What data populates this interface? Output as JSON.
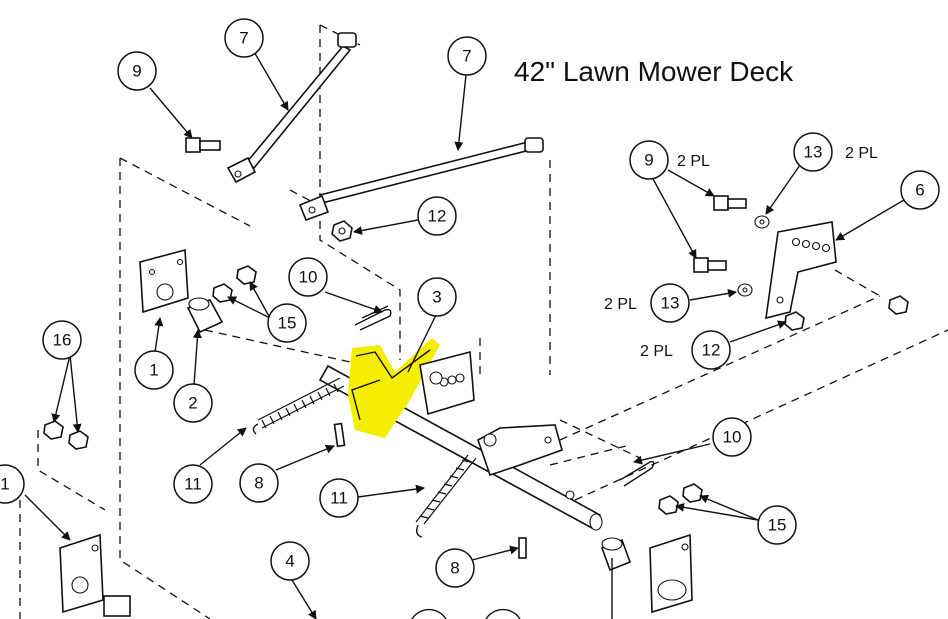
{
  "title": "42\" Lawn Mower Deck",
  "callouts": [
    {
      "num": "7"
    },
    {
      "num": "9"
    },
    {
      "num": "7"
    },
    {
      "num": "12"
    },
    {
      "num": "10"
    },
    {
      "num": "3"
    },
    {
      "num": "15"
    },
    {
      "num": "1"
    },
    {
      "num": "2"
    },
    {
      "num": "16"
    },
    {
      "num": "11"
    },
    {
      "num": "8"
    },
    {
      "num": "11"
    },
    {
      "num": "1"
    },
    {
      "num": "4"
    },
    {
      "num": "8"
    },
    {
      "num": "10"
    },
    {
      "num": "15"
    },
    {
      "num": "9"
    },
    {
      "num": "13"
    },
    {
      "num": "6"
    },
    {
      "num": "13"
    },
    {
      "num": "12"
    }
  ],
  "notes": [
    "2 PL",
    "2 PL",
    "2 PL",
    "2 PL"
  ],
  "highlight_color": "#f5ee00"
}
